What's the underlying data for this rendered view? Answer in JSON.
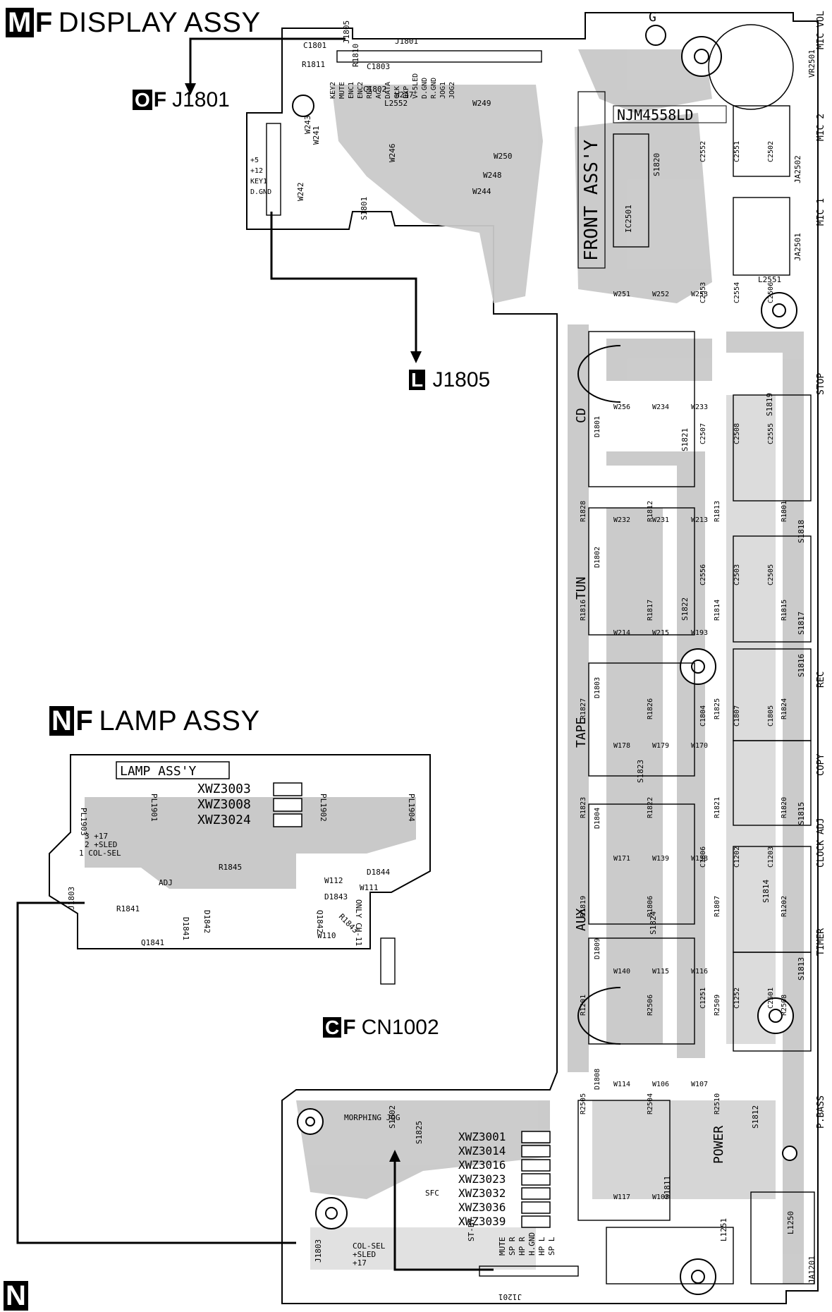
{
  "sections": {
    "m": {
      "tag": "M",
      "sub": "F",
      "title": "DISPLAY ASSY"
    },
    "n": {
      "tag": "N",
      "sub": "F",
      "title": "LAMP ASSY"
    }
  },
  "connectors": {
    "o": {
      "tag": "O",
      "sub": "F",
      "name": "J1801"
    },
    "l": {
      "tag": "L",
      "name": "J1805"
    },
    "c": {
      "tag": "C",
      "sub": "F",
      "name": "CN1002"
    }
  },
  "bottom_tag": "N",
  "board": {
    "front_label": "FRONT ASS'Y",
    "ic": "NJM4558LD",
    "lamp_label": "LAMP ASS'Y",
    "side_labels": [
      "STOP",
      "REC",
      "COPY",
      "CLOCK ADJ",
      "TIMER",
      "P.BASS",
      "MIC VOL",
      "MIC 2",
      "MIC 1"
    ],
    "func_labels": [
      "CD",
      "TUN",
      "TAPE",
      "AUX",
      "POWER"
    ],
    "switches": [
      "S1821",
      "S1822",
      "S1823",
      "S1824",
      "S1819",
      "S1818",
      "S1817",
      "S1816",
      "S1815",
      "S1814",
      "S1813",
      "S1812",
      "S1811",
      "S1801",
      "S1802",
      "S1825"
    ],
    "lamp_parts": [
      "XWZ3003",
      "XWZ3008",
      "XWZ3024"
    ],
    "bottom_parts": [
      "XWZ3001",
      "XWZ3014",
      "XWZ3016",
      "XWZ3023",
      "XWZ3032",
      "XWZ3036",
      "XWZ3039"
    ],
    "lamp_refs": [
      "PL1903",
      "PL1901",
      "PL1902",
      "PL1904",
      "J1803",
      "D1844",
      "D1843",
      "D1842",
      "D1841",
      "Q1842",
      "Q1841",
      "R1841",
      "R1843",
      "R1845",
      "W112",
      "W111",
      "W110"
    ],
    "lamp_text": [
      "1 COL-SEL",
      "2 +SLED",
      "3 +17",
      "ADJ",
      "ONLY CH-11"
    ],
    "bottom_text": [
      "MORPHING JOG",
      "SFC",
      "ST-BY",
      "MUTE",
      "SP R",
      "HP R",
      "H.GND",
      "HP L",
      "SP L",
      "COL-SEL",
      "+SLED",
      "+17",
      "J1201",
      "J1803"
    ],
    "display_refs": [
      "J1801",
      "J1805",
      "C1803",
      "C1802",
      "L2552",
      "W247",
      "W249",
      "W246",
      "W250",
      "W248",
      "W242",
      "W244",
      "W243",
      "W241",
      "C1801",
      "R1811",
      "R1810"
    ],
    "display_pins": [
      "KEY2",
      "MUTE",
      "ENC1",
      "ENC2",
      "REM",
      "AC",
      "DATA",
      "CLK",
      "EXP",
      "V+5LED",
      "D.GND",
      "R.GND",
      "JOG1",
      "JOG2",
      "+5",
      "+12",
      "KEY1",
      "D.GND"
    ],
    "resistors": [
      "R1828",
      "R1812",
      "R1813",
      "R1801",
      "R1816",
      "R1817",
      "R1814",
      "R1815",
      "R1827",
      "R1826",
      "R1825",
      "R1824",
      "R1823",
      "R1822",
      "R1821",
      "R1820",
      "R1819",
      "R1806",
      "R1807",
      "R1202",
      "R1201",
      "R2506",
      "R2509",
      "R2508",
      "R2505",
      "R2504",
      "R2510"
    ],
    "diodes": [
      "D1801",
      "D1802",
      "D1803",
      "D1804",
      "D1809",
      "D1808"
    ],
    "caps": [
      "C2552",
      "C2551",
      "C2502",
      "C2553",
      "C2554",
      "C2506",
      "C2507",
      "C2508",
      "C2555",
      "C2556",
      "C2503",
      "C2505",
      "C1804",
      "C1807",
      "C1805",
      "C1806",
      "C1202",
      "C1203",
      "C1251",
      "C1252",
      "C2501"
    ],
    "wires": [
      "W251",
      "W252",
      "W253",
      "W256",
      "W234",
      "W233",
      "W232",
      "W231",
      "W213",
      "W214",
      "W215",
      "W193",
      "W178",
      "W179",
      "W170",
      "W171",
      "W139",
      "W138",
      "W140",
      "W115",
      "W116",
      "W114",
      "W106",
      "W107",
      "W117",
      "W105"
    ],
    "misc": [
      "IC2501",
      "S1820",
      "VR2501",
      "JA2502",
      "JA2501",
      "JA1201",
      "L2551",
      "L1250",
      "L1251",
      "G"
    ]
  }
}
